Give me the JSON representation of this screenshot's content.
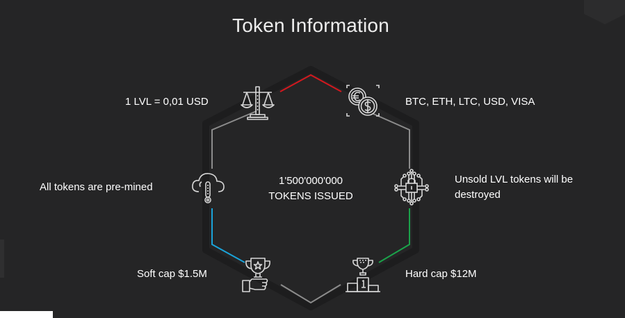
{
  "page": {
    "title": "Token Information"
  },
  "center": {
    "supply": "1'500'000'000",
    "caption": "TOKENS ISSUED"
  },
  "items": {
    "rate": "1 LVL = 0,01 USD",
    "payment": "BTC, ETH, LTC, USD, VISA",
    "premined": "All tokens are pre-mined",
    "unsold": "Unsold LVL tokens will be destroyed",
    "soft_cap": "Soft cap $1.5M",
    "hard_cap": "Hard cap $12M"
  },
  "icons": {
    "rate": "scale-icon",
    "payment": "coins-icon",
    "premined": "cloud-thermometer-icon",
    "unsold": "circuit-lock-icon",
    "soft_cap": "trophy-hand-icon",
    "hard_cap": "podium-cup-icon"
  },
  "colors": {
    "background": "#252526",
    "hex_line": "#8a8a8a",
    "accent_top": "#d4181e",
    "accent_left": "#1aa3d9",
    "accent_right": "#1ba24a"
  }
}
